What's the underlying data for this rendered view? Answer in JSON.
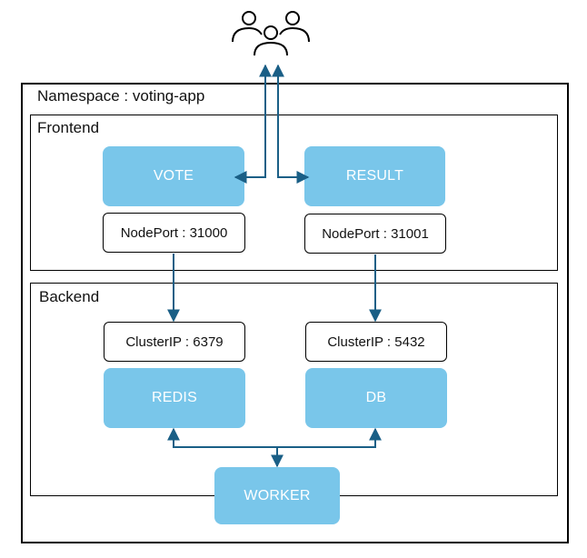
{
  "namespace": {
    "label": "Namespace : voting-app"
  },
  "frontend": {
    "label": "Frontend",
    "vote": {
      "label": "VOTE",
      "port": "NodePort : 31000"
    },
    "result": {
      "label": "RESULT",
      "port": "NodePort : 31001"
    }
  },
  "backend": {
    "label": "Backend",
    "redis": {
      "label": "REDIS",
      "port": "ClusterIP : 6379"
    },
    "db": {
      "label": "DB",
      "port": "ClusterIP : 5432"
    }
  },
  "worker": {
    "label": "WORKER"
  },
  "icons": {
    "users": "users-icon"
  },
  "colors": {
    "service_fill": "#79c6ea",
    "arrow": "#1a5f86",
    "border": "#000000"
  }
}
